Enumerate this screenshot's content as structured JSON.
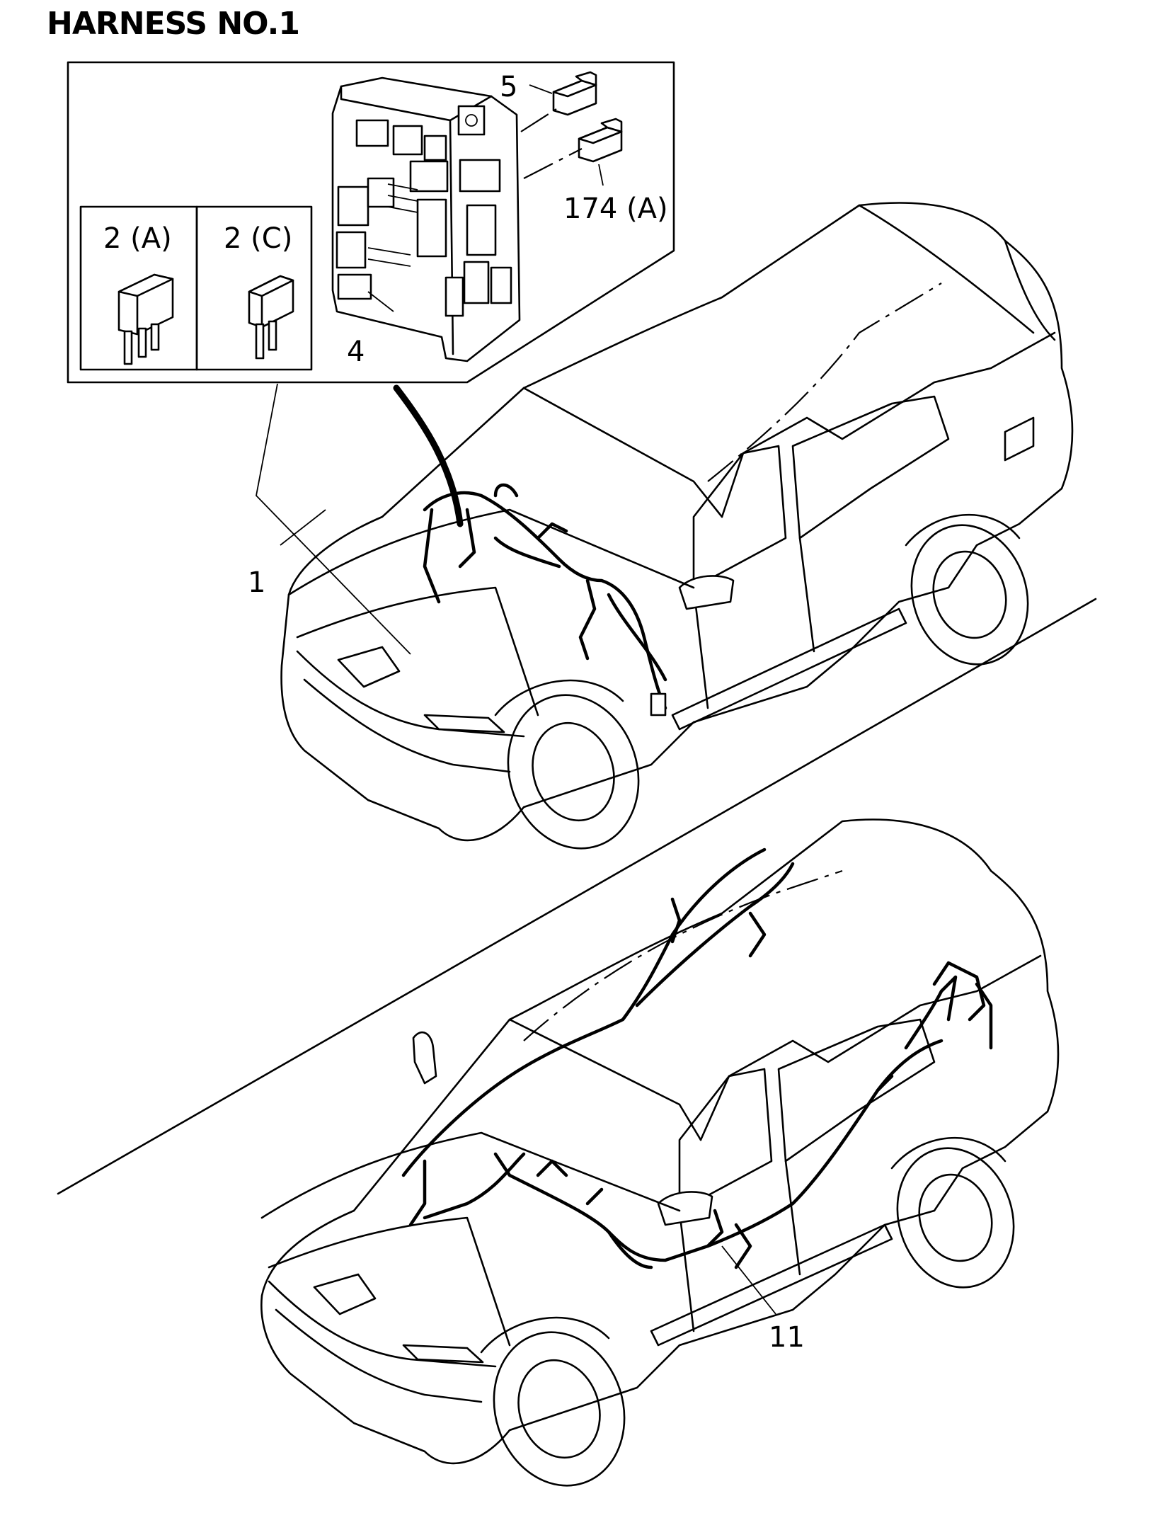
{
  "title": "HARNESS NO.1",
  "callouts": {
    "c5": "5",
    "c174a": "174 (A)",
    "c2a": "2 (A)",
    "c2c": "2 (C)",
    "c4": "4",
    "c1": "1",
    "c11": "11"
  },
  "colors": {
    "line": "#000000",
    "background": "#ffffff"
  }
}
